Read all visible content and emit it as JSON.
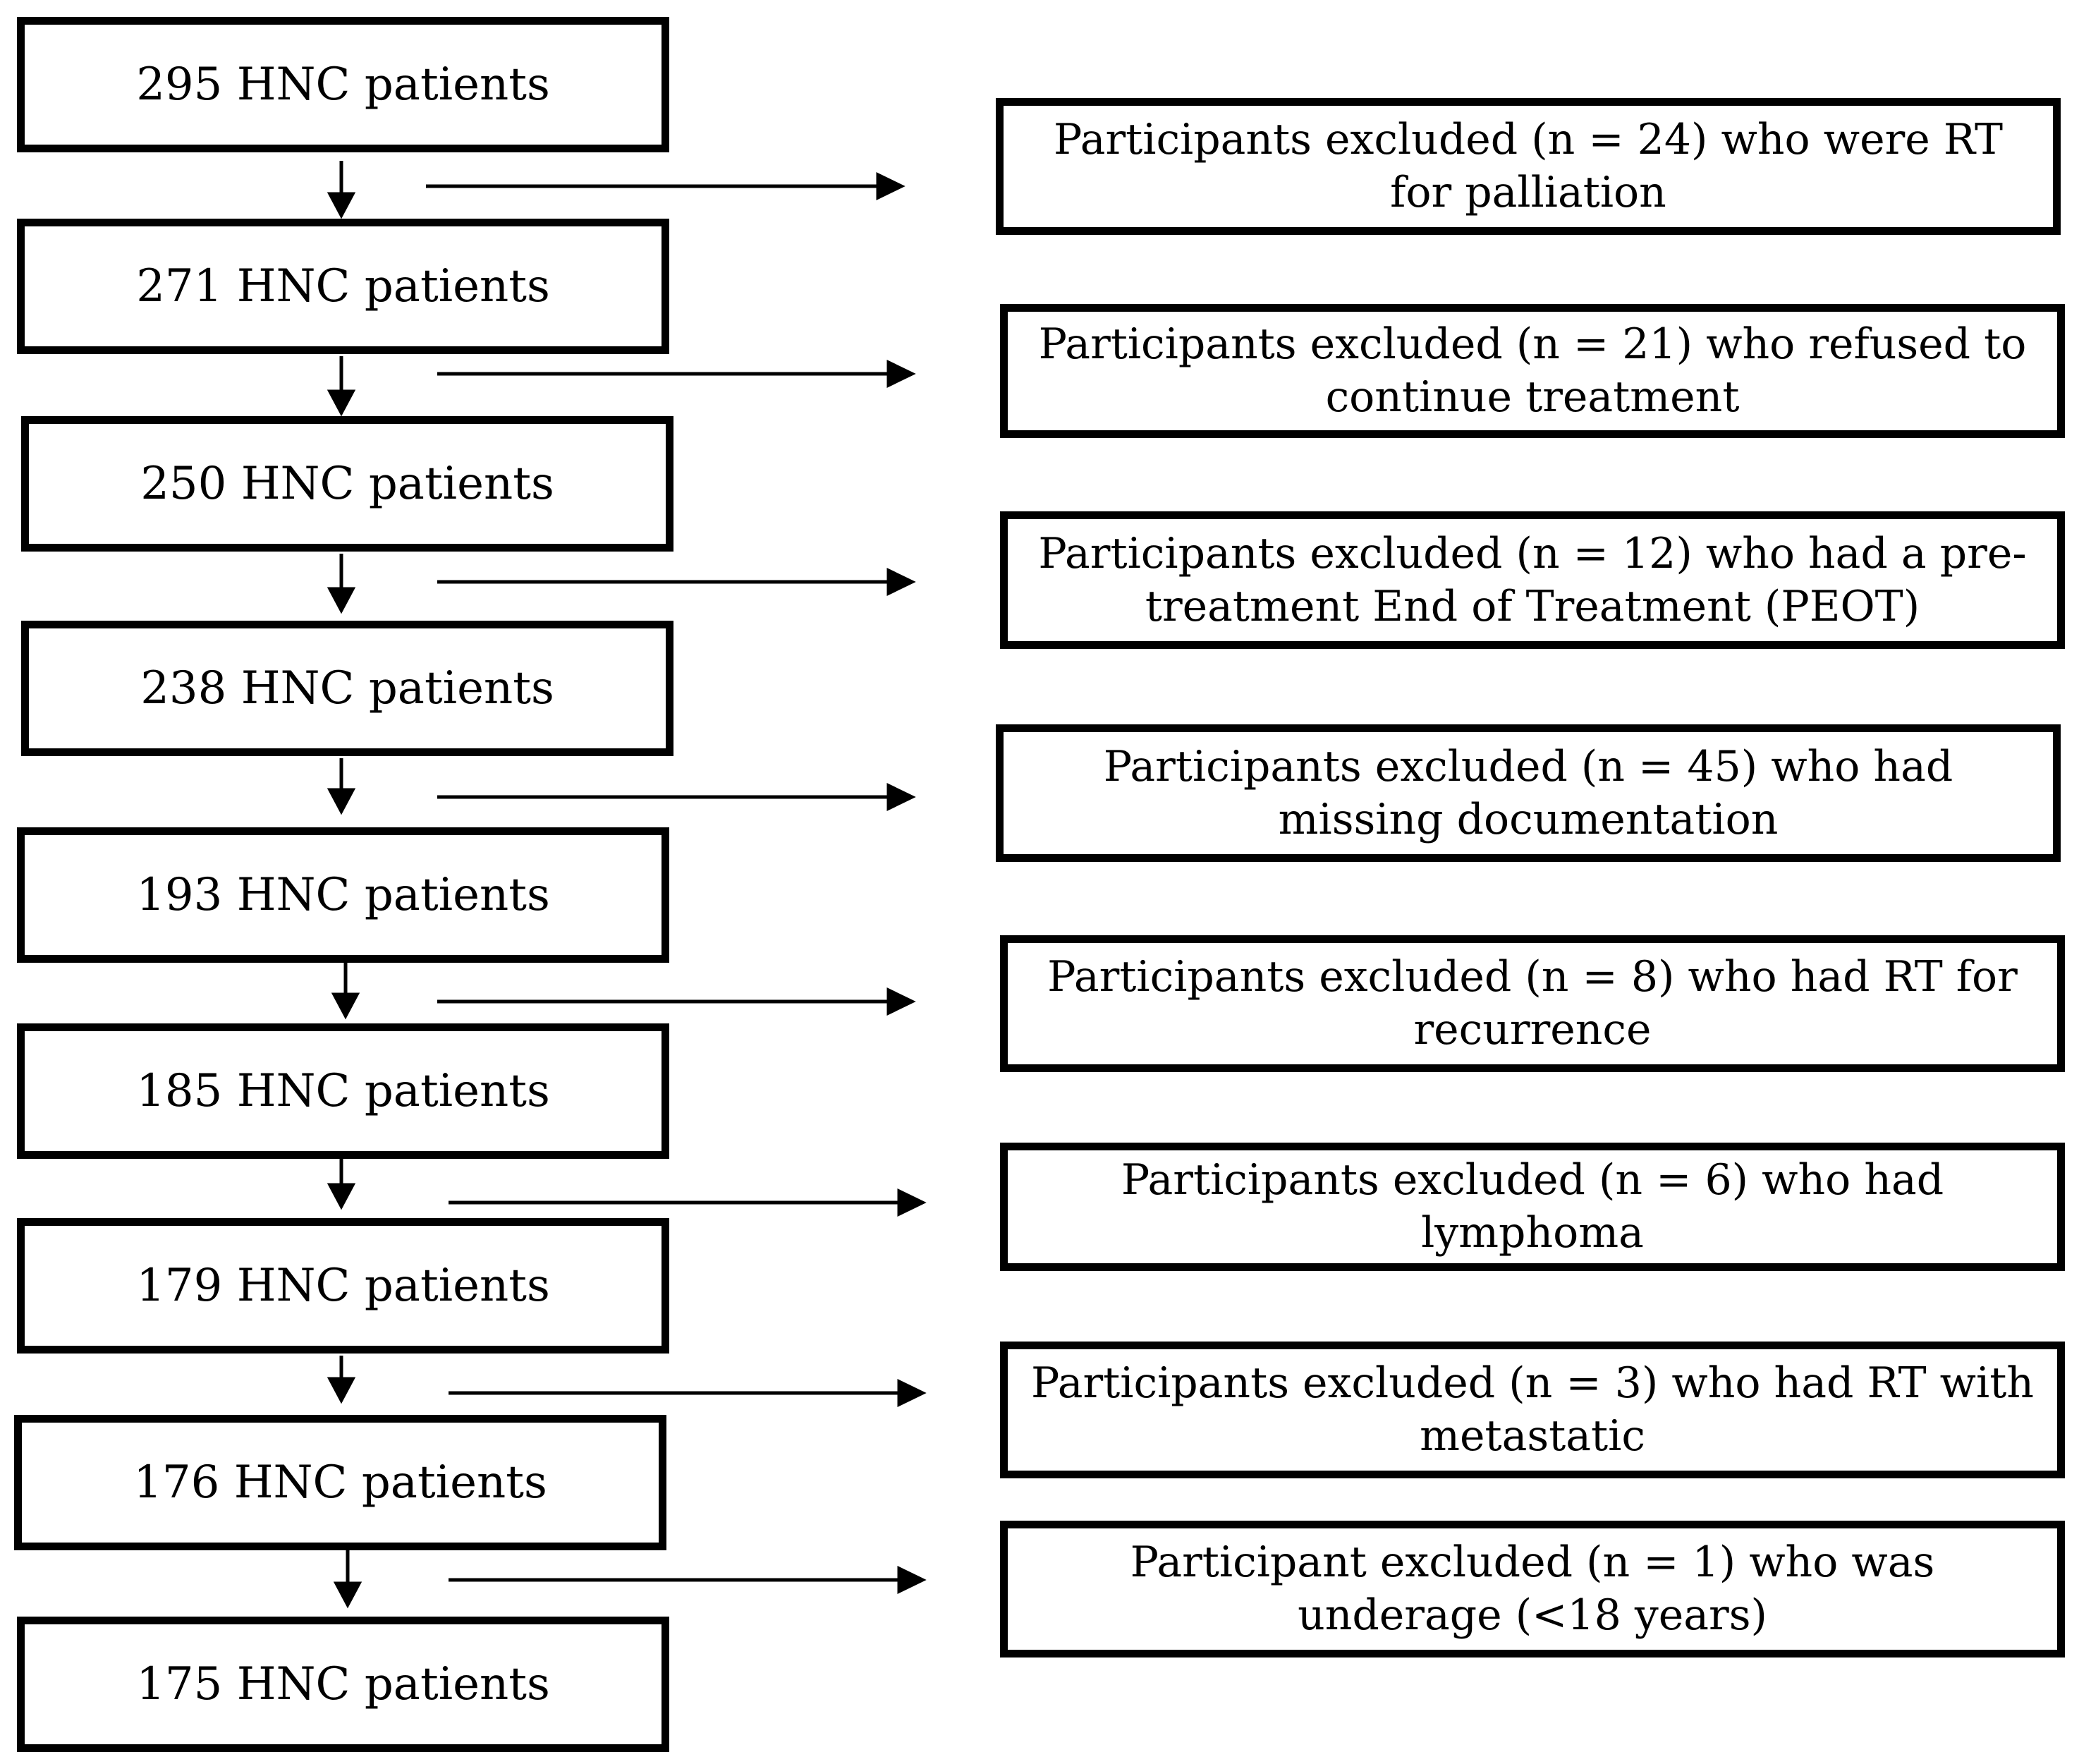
{
  "colors": {
    "stroke": "#000000",
    "background": "#ffffff"
  },
  "flow": {
    "stages": [
      {
        "label": "295 HNC patients"
      },
      {
        "label": "271 HNC patients"
      },
      {
        "label": "250 HNC patients"
      },
      {
        "label": "238 HNC patients"
      },
      {
        "label": "193 HNC patients"
      },
      {
        "label": "185 HNC patients"
      },
      {
        "label": "179 HNC patients"
      },
      {
        "label": "176 HNC patients"
      },
      {
        "label": "175 HNC patients"
      }
    ],
    "exclusions": [
      {
        "label": "Participants excluded (n = 24) who were RT for palliation"
      },
      {
        "label": "Participants excluded (n = 21) who refused to continue treatment"
      },
      {
        "label": "Participants excluded (n = 12) who had a pre-treatment End of Treatment (PEOT)"
      },
      {
        "label": "Participants excluded (n = 45) who had missing documentation"
      },
      {
        "label": "Participants excluded (n = 8) who had RT for recurrence"
      },
      {
        "label": "Participants excluded (n = 6) who had lymphoma"
      },
      {
        "label": "Participants excluded (n = 3) who had RT with metastatic"
      },
      {
        "label": "Participant excluded (n = 1) who was underage (<18 years)"
      }
    ]
  }
}
